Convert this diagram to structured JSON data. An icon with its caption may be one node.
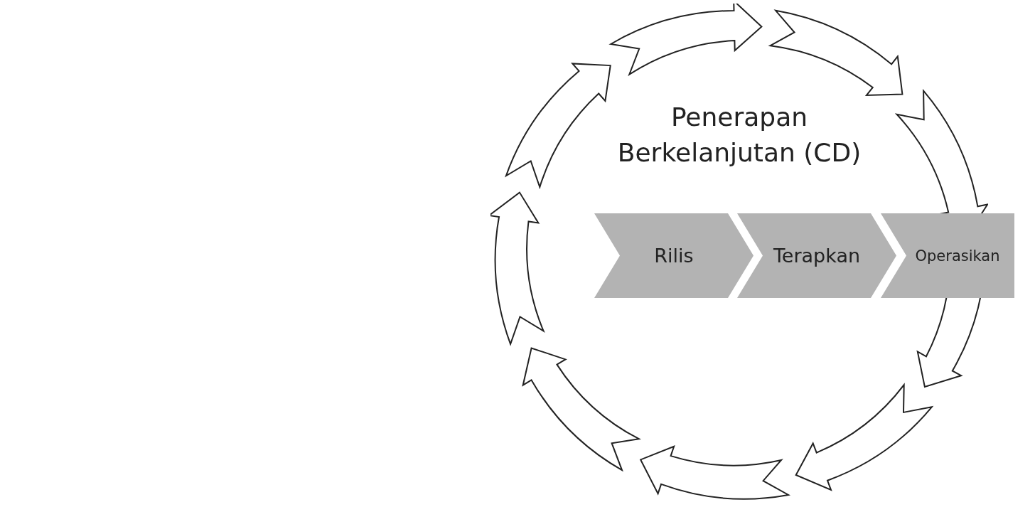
{
  "diagram": {
    "nodes": [
      {
        "text": [
          "Penerapan Berkelanjutan (CD)"
        ]
      },
      {
        "text": [
          "Rilis"
        ],
        "in": 0
      },
      {
        "text": [
          "Terapkan"
        ],
        "in": 0
      },
      {
        "text": [
          "Operasikan"
        ]
      }
    ]
  }
}
